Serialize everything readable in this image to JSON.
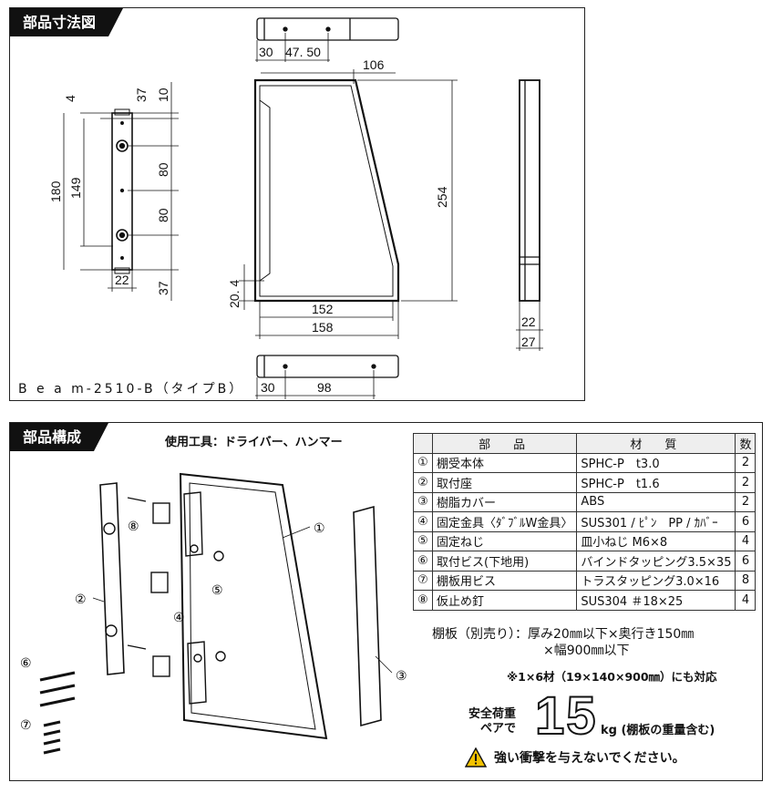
{
  "top_section": {
    "title": "部品寸法図",
    "model": "B e a m-2510-B（タイプB）",
    "dims": {
      "d30_top": "30",
      "d4750": "47. 50",
      "d106": "106",
      "d4": "4",
      "d37a": "37",
      "d10": "10",
      "d80a": "80",
      "d80b": "80",
      "d180": "180",
      "d149": "149",
      "d22a": "22",
      "d37b": "37",
      "d254": "254",
      "d204": "20. 4",
      "d152": "152",
      "d158": "158",
      "d22b": "22",
      "d27": "27",
      "d30_bot": "30",
      "d98": "98"
    }
  },
  "bottom_section": {
    "title": "部品構成",
    "tools": "使用工具：ドライバー、ハンマー",
    "callouts": [
      "①",
      "②",
      "③",
      "④",
      "⑤",
      "⑥",
      "⑦",
      "⑧"
    ],
    "table": {
      "headers": [
        "部　品",
        "材　質",
        "数"
      ],
      "rows": [
        {
          "no": "①",
          "name": "棚受本体",
          "material": "SPHC-P　t3.0",
          "qty": "2"
        },
        {
          "no": "②",
          "name": "取付座",
          "material": "SPHC-P　t1.6",
          "qty": "2"
        },
        {
          "no": "③",
          "name": "樹脂カバー",
          "material": "ABS",
          "qty": "2"
        },
        {
          "no": "④",
          "name": "固定金具〈ﾀﾞﾌﾞﾙW金具〉",
          "material": "SUS301 / ﾋﾟﾝ　PP / ｶﾊﾞｰ",
          "qty": "6"
        },
        {
          "no": "⑤",
          "name": "固定ねじ",
          "material": "皿小ねじ M6×8",
          "qty": "4"
        },
        {
          "no": "⑥",
          "name": "取付ビス(下地用)",
          "material": "バインドタッピング3.5×35",
          "qty": "6"
        },
        {
          "no": "⑦",
          "name": "棚板用ビス",
          "material": "トラスタッピング3.0×16",
          "qty": "8"
        },
        {
          "no": "⑧",
          "name": "仮止め釘",
          "material": "SUS304 ＃18×25",
          "qty": "4"
        }
      ]
    },
    "shelf_line1": "棚板（別売り）：厚み20㎜以下×奥行き150㎜",
    "shelf_line2": "×幅900㎜以下",
    "compat": "※1×6材（19×140×900㎜）にも対応",
    "load_label_1": "安全荷重",
    "load_label_2": "ペアで",
    "load_value": "15",
    "load_unit": "kg (棚板の重量含む)",
    "warning": "強い衝撃を与えないでください。",
    "warning_color": "#f2c200"
  }
}
